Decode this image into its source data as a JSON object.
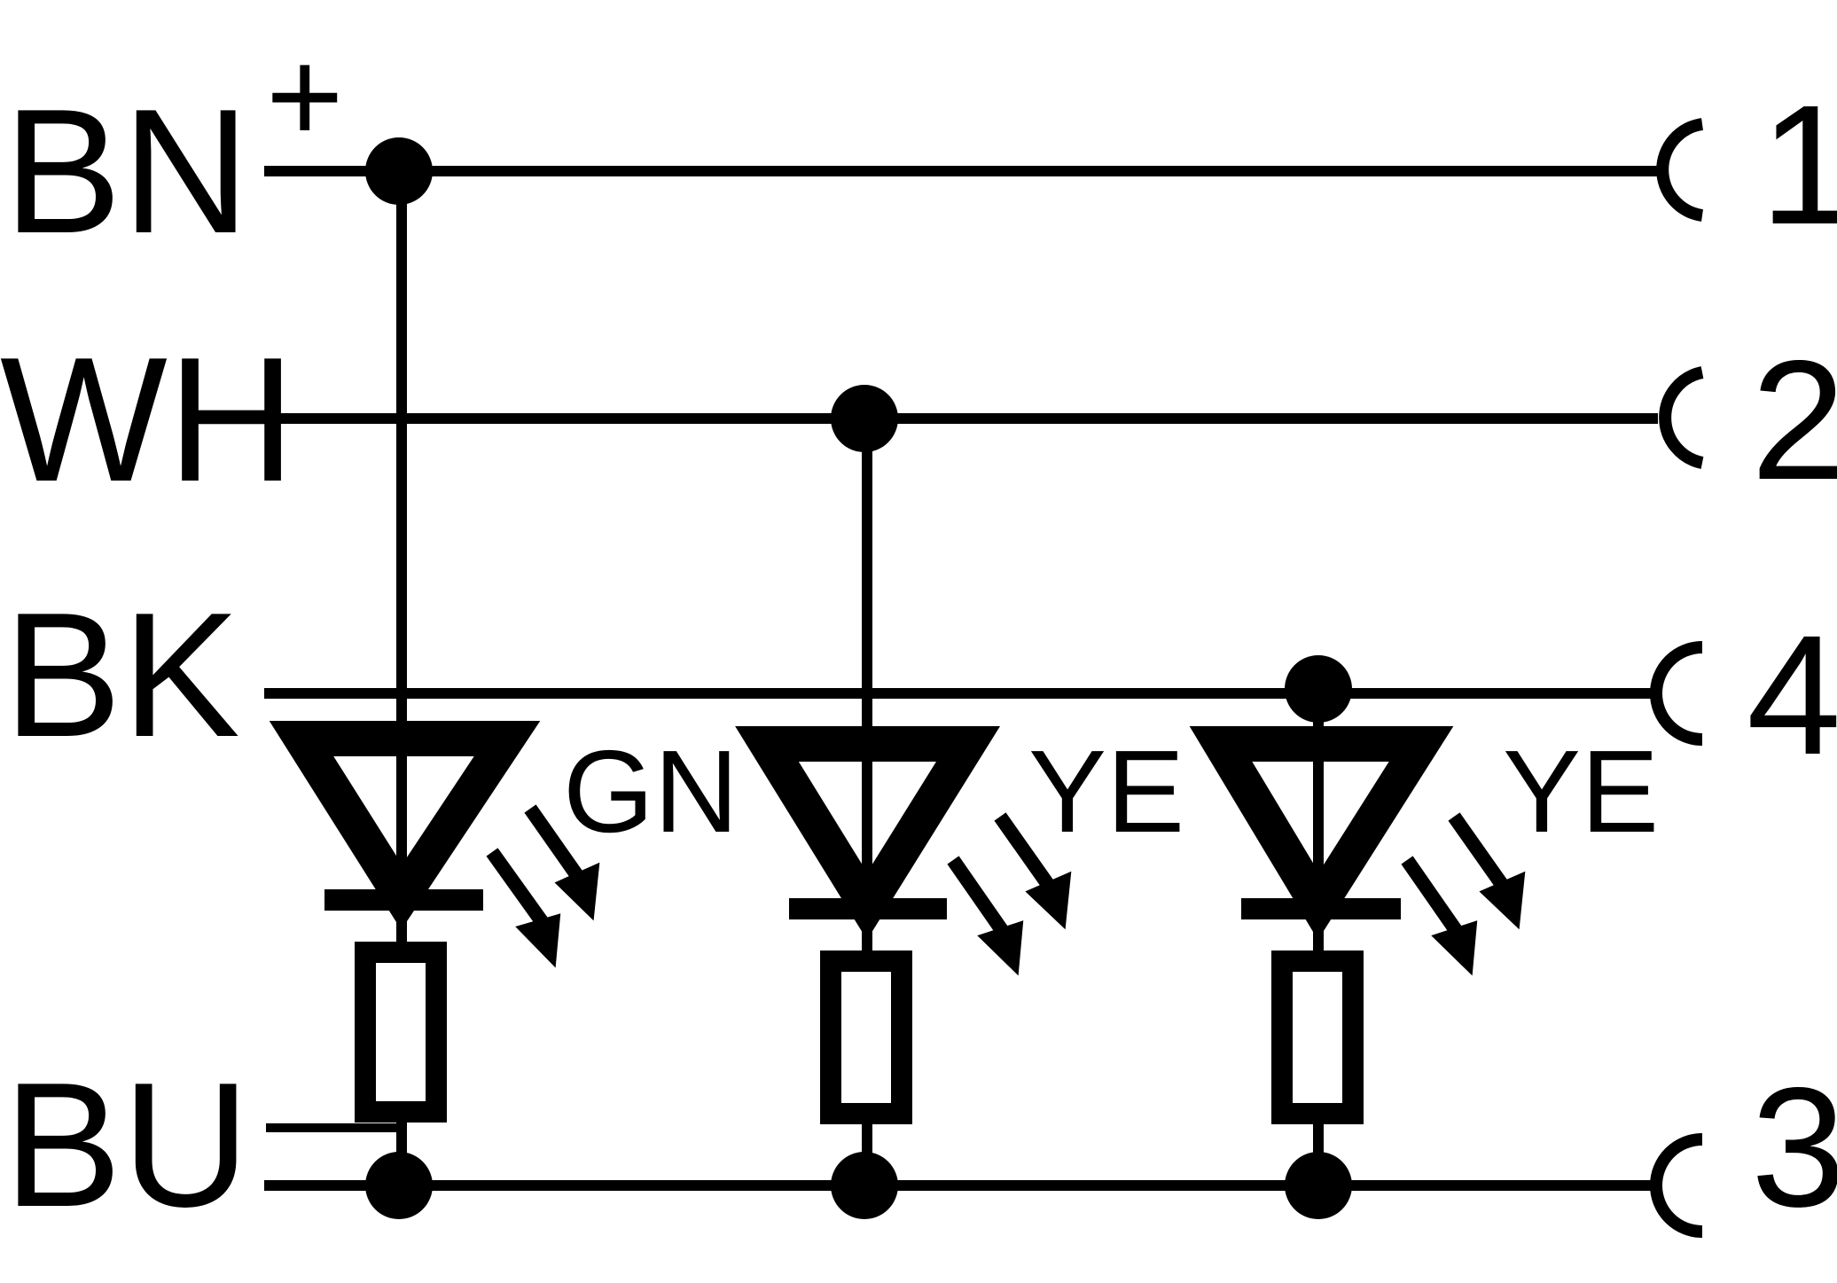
{
  "wires": {
    "bn": "BN",
    "wh": "WH",
    "bk": "BK",
    "bu": "BU"
  },
  "polarity": {
    "plus": "+",
    "minus": "—"
  },
  "pins": {
    "bn": "1",
    "wh": "2",
    "bk": "4",
    "bu": "3"
  },
  "leds": {
    "first": "GN",
    "second": "YE",
    "third": "YE"
  },
  "colors": {
    "line": "#000000",
    "background": "#ffffff"
  }
}
